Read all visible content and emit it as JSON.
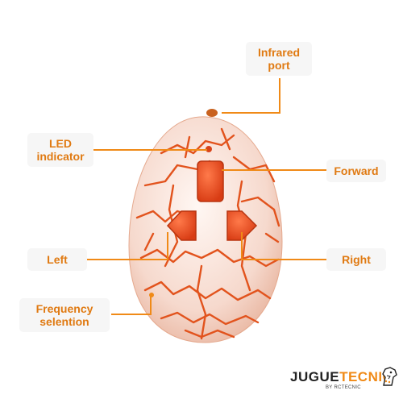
{
  "labels": {
    "infrared_port": "Infrared\nport",
    "led_indicator": "LED\nindicator",
    "forward": "Forward",
    "left": "Left",
    "right": "Right",
    "frequency_selection": "Frequency\nselention"
  },
  "brand": {
    "part1": "JUGUE",
    "part2": "TECNIC",
    "sub": "BY RCTECNIC"
  },
  "colors": {
    "accent": "#f08a17",
    "egg_shell": "#fbeee8",
    "egg_crack": "#e2531d",
    "button": "#ec4a1c"
  },
  "icons": {
    "brand_mark": "dinosaur-head-icon"
  }
}
